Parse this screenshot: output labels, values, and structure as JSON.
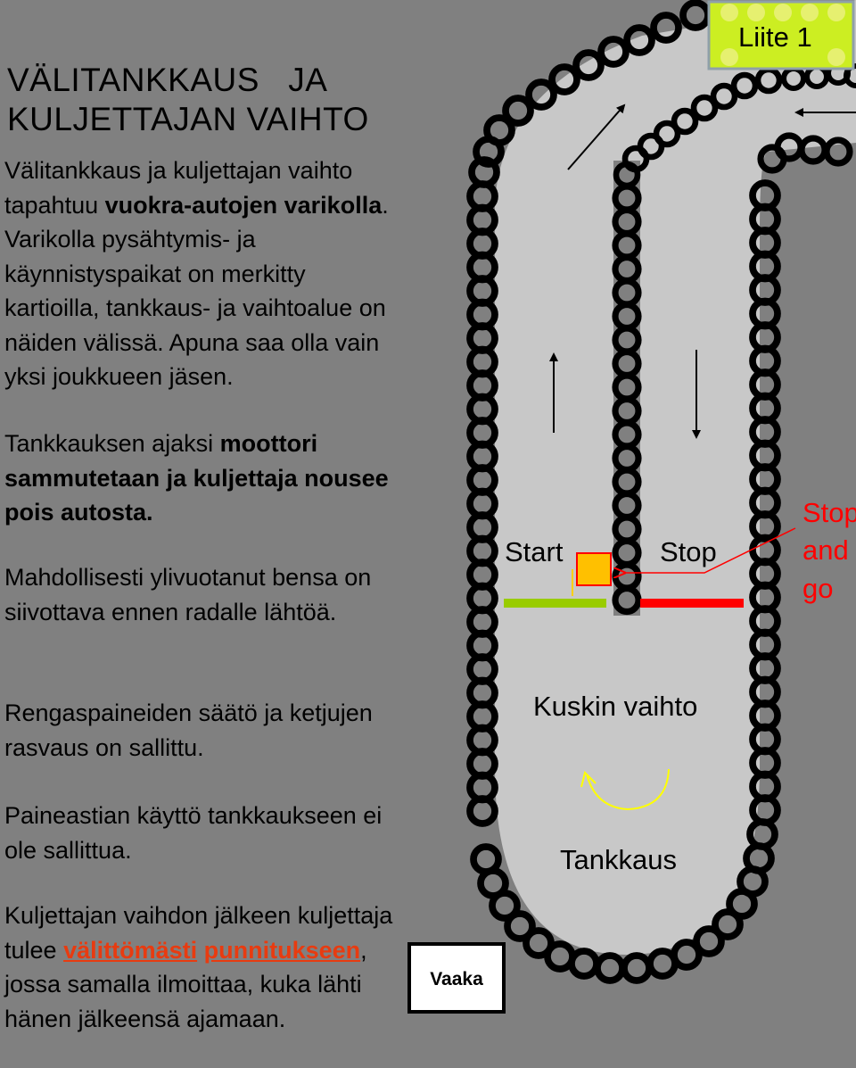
{
  "title": {
    "line1": "VÄLITANKKAUS   JA",
    "line2": "KULJETTAJAN VAIHTO"
  },
  "paragraphs": {
    "p1": {
      "a": "Välitankkaus ja kuljettajan vaihto tapahtuu ",
      "b": "vuokra-autojen varikolla",
      "c": ". Varikolla pysähtymis- ja käynnistyspaikat on merkitty kartioilla, tankkaus- ja vaihtoalue on näiden välissä. Apuna saa olla vain yksi joukkueen jäsen."
    },
    "p2": {
      "a": "Tankkauksen ajaksi ",
      "b": "moottori sammutetaan ja kuljettaja nousee pois autosta."
    },
    "p3": "Mahdollisesti ylivuotanut bensa on siivottava ennen radalle lähtöä.",
    "p4": "Rengaspaineiden säätö ja ketjujen rasvaus on sallittu.",
    "p5": "Paineastian käyttö tankkaukseen ei ole sallittua.",
    "p6": {
      "a": "Kuljettajan vaihdon jälkeen kuljettaja tulee ",
      "link1": "välittömästi",
      "space": " ",
      "link2": "punnitukseen",
      "b": ", jossa samalla ilmoittaa, kuka lähti hänen jälkeensä ajamaan."
    }
  },
  "diagram": {
    "badge": "Liite 1",
    "start": "Start",
    "stop": "Stop",
    "stop_and_go": [
      "Stop",
      "and",
      "go"
    ],
    "driver_change": "Kuskin vaihto",
    "refuel": "Tankkaus",
    "scale": "Vaaka"
  },
  "colors": {
    "background": "#808080",
    "track": "#c8c8c8",
    "start_line": "#99cc00",
    "stop_line": "#ff0000",
    "marker": "#ffc000",
    "badge": "#ccee22",
    "stop_and_go": "#ff0000",
    "link": "#e83b10"
  }
}
